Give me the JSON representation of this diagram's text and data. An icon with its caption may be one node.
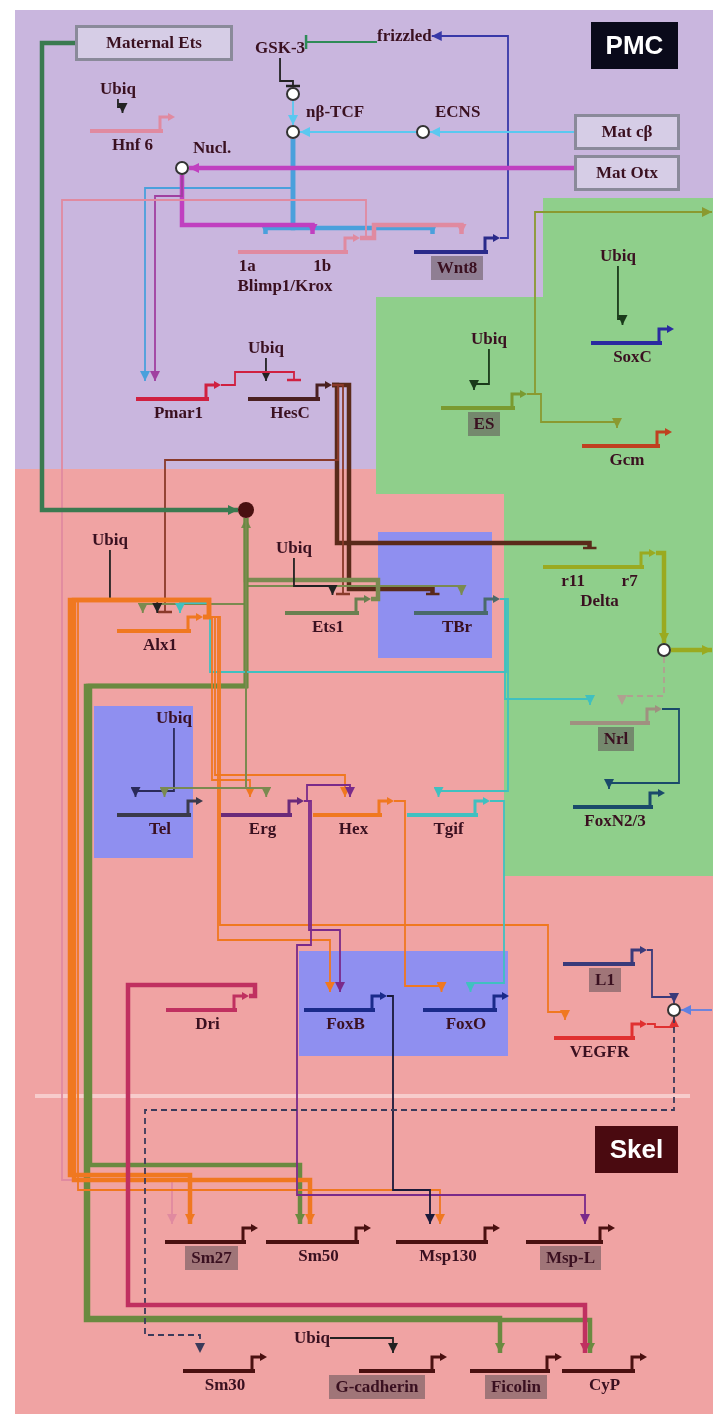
{
  "diagram": {
    "nodes": [
      {
        "text": [
          "Maternal Ets"
        ]
      },
      {
        "text": [
          "frizzled"
        ]
      },
      {
        "text": [
          "GSK-3"
        ]
      },
      {
        "text": [
          "Ubiq"
        ]
      },
      {
        "text": [],
        "shape": "circle"
      },
      {
        "text": [
          "Mat cβ"
        ]
      },
      {
        "text": [
          "Hnf 6"
        ]
      },
      {
        "text": [],
        "shape": "circle",
        "beside": [
          "nβ-TCF"
        ]
      },
      {
        "text": [],
        "shape": "circle",
        "beside": [
          "ECNS"
        ]
      },
      {
        "text": [],
        "shape": "circle",
        "beside": [
          "Nucl."
        ]
      },
      {
        "text": [
          "Mat Otx"
        ]
      },
      {
        "text": [
          "1a",
          "1b",
          "Blimp1/Krox"
        ]
      },
      {
        "text": [
          "Wnt8"
        ]
      },
      {
        "text": [
          "Ubiq"
        ]
      },
      {
        "text": [
          "Ubiq"
        ]
      },
      {
        "text": [
          "SoxC"
        ]
      },
      {
        "text": [
          "Ubiq"
        ]
      },
      {
        "text": [
          "ES"
        ]
      },
      {
        "text": [
          "Pmar1"
        ]
      },
      {
        "text": [
          "HesC"
        ]
      },
      {
        "text": [
          "Gcm"
        ]
      },
      {
        "text": [],
        "shape": "circle"
      },
      {
        "text": [
          "Ubiq"
        ]
      },
      {
        "text": [
          "Ubiq"
        ]
      },
      {
        "text": [
          "Ets1"
        ]
      },
      {
        "text": [
          "TBr"
        ]
      },
      {
        "text": [
          "r11",
          "r7",
          "Delta"
        ]
      },
      {
        "text": [
          "Alx1"
        ]
      },
      {
        "text": [],
        "shape": "circle"
      },
      {
        "text": [
          "Nrl"
        ]
      },
      {
        "text": [
          "Ubiq"
        ]
      },
      {
        "text": [
          "FoxN2/3"
        ]
      },
      {
        "text": [
          "Tel"
        ]
      },
      {
        "text": [
          "Erg"
        ]
      },
      {
        "text": [
          "Hex"
        ]
      },
      {
        "text": [
          "Tgif"
        ]
      },
      {
        "text": [
          "L1"
        ]
      },
      {
        "text": [
          "Dri"
        ]
      },
      {
        "text": [
          "FoxB"
        ]
      },
      {
        "text": [
          "FoxO"
        ]
      },
      {
        "text": [
          "VEGFR"
        ]
      },
      {
        "text": [],
        "shape": "circle"
      },
      {
        "text": [
          "Sm27"
        ]
      },
      {
        "text": [
          "Sm50"
        ]
      },
      {
        "text": [
          "Msp130"
        ]
      },
      {
        "text": [
          "Msp-L"
        ]
      },
      {
        "text": [
          "Ubiq"
        ]
      },
      {
        "text": [
          "Sm30"
        ]
      },
      {
        "text": [
          "G-cadherin"
        ]
      },
      {
        "text": [
          "Ficolin"
        ]
      },
      {
        "text": [
          "CyP"
        ]
      }
    ],
    "edges": [
      {
        "from": 1,
        "to": 2,
        "arrow": "other",
        "color": "#2e8b57"
      },
      {
        "from": 12,
        "to": 1,
        "arrow": "to",
        "color": "#3838a8"
      },
      {
        "from": 2,
        "to": 4,
        "arrow": "other",
        "color": "#222222"
      },
      {
        "from": 4,
        "to": 7,
        "arrow": "to",
        "color": "#5ac8f0"
      },
      {
        "from": 5,
        "to": 8,
        "arrow": "to",
        "color": "#5ac8f0"
      },
      {
        "from": 8,
        "to": 7,
        "arrow": "to",
        "color": "#5ac8f0"
      },
      {
        "from": 7,
        "to": 11,
        "arrow": "to",
        "style": "thick",
        "color": "#4aa0dc"
      },
      {
        "from": 7,
        "to": 12,
        "arrow": "to",
        "style": "thick",
        "color": "#4aa0dc"
      },
      {
        "from": 7,
        "to": 18,
        "arrow": "to",
        "color": "#4aa0dc"
      },
      {
        "from": 3,
        "to": 6,
        "arrow": "to",
        "color": "#222222"
      },
      {
        "from": 10,
        "to": 9,
        "arrow": "to",
        "style": "thick",
        "color": "#c040c0"
      },
      {
        "from": 9,
        "to": 11,
        "arrow": "to",
        "style": "thick",
        "color": "#c040c0"
      },
      {
        "from": 9,
        "to": 18,
        "arrow": "to",
        "color": "#a040a0"
      },
      {
        "from": 11,
        "to": 12,
        "arrow": "to",
        "style": "thick",
        "color": "#e08aa0"
      },
      {
        "from": 11,
        "to": 42,
        "arrow": "to",
        "color": "#e08aa0"
      },
      {
        "from": 13,
        "to": 15,
        "arrow": "to",
        "color": "#1a3a1a"
      },
      {
        "from": 14,
        "to": 17,
        "arrow": "to",
        "color": "#1a3a1a"
      },
      {
        "from": 16,
        "to": 19,
        "arrow": "to",
        "color": "#222222"
      },
      {
        "from": 18,
        "to": 19,
        "arrow": "other",
        "color": "#d02040"
      },
      {
        "from": 19,
        "to": 25,
        "arrow": "other",
        "style": "thick",
        "color": "#5a2a1a"
      },
      {
        "from": 19,
        "to": 26,
        "arrow": "other",
        "style": "thick",
        "color": "#5a2a1a"
      },
      {
        "from": 19,
        "to": 24,
        "arrow": "other",
        "color": "#8a3a2a"
      },
      {
        "from": 19,
        "to": 27,
        "arrow": "other",
        "color": "#8a3a2a"
      },
      {
        "from": 17,
        "to": 20,
        "arrow": "to",
        "color": "#8a9a30"
      },
      {
        "from": 17,
        "to": null,
        "arrow": "to",
        "color": "#8a9a30"
      },
      {
        "from": 0,
        "to": 21,
        "arrow": "to",
        "style": "thick",
        "color": "#3a7a50"
      },
      {
        "from": 21,
        "to": 27,
        "arrow": "to",
        "color": "#7a8a50"
      },
      {
        "from": 24,
        "to": 21,
        "arrow": "to",
        "style": "thick",
        "color": "#7a8a50"
      },
      {
        "from": 21,
        "to": 25,
        "arrow": "to",
        "color": "#7a8a50"
      },
      {
        "from": 21,
        "to": 43,
        "arrow": "to",
        "style": "thick",
        "color": "#6a8a40"
      },
      {
        "from": 21,
        "to": 49,
        "arrow": "to",
        "style": "thick",
        "color": "#6a8a40"
      },
      {
        "from": 21,
        "to": 50,
        "arrow": "to",
        "style": "thick",
        "color": "#6a8a40"
      },
      {
        "from": 22,
        "to": 24,
        "arrow": "to",
        "color": "#222222"
      },
      {
        "from": 23,
        "to": 27,
        "arrow": "to",
        "color": "#222222"
      },
      {
        "from": 25,
        "to": 27,
        "arrow": "to",
        "color": "#40c0c0"
      },
      {
        "from": 25,
        "to": 29,
        "arrow": "to",
        "color": "#40c0c0"
      },
      {
        "from": 26,
        "to": 28,
        "arrow": "to",
        "style": "thick",
        "color": "#9aaa20"
      },
      {
        "from": 28,
        "to": null,
        "arrow": "to",
        "style": "thick",
        "color": "#9aaa20"
      },
      {
        "from": 28,
        "to": 29,
        "arrow": "to",
        "style": "dashed",
        "color": "#b0a090"
      },
      {
        "from": 29,
        "to": 31,
        "arrow": "to",
        "color": "#1a4a6a"
      },
      {
        "from": 30,
        "to": 32,
        "arrow": "to",
        "color": "#2a2a5a"
      },
      {
        "from": 27,
        "to": 33,
        "arrow": "to",
        "color": "#f07820"
      },
      {
        "from": 27,
        "to": 34,
        "arrow": "to",
        "color": "#f07820"
      },
      {
        "from": 27,
        "to": 38,
        "arrow": "to",
        "color": "#f07820"
      },
      {
        "from": 27,
        "to": 42,
        "arrow": "to",
        "style": "thick",
        "color": "#f07820"
      },
      {
        "from": 27,
        "to": 43,
        "arrow": "to",
        "style": "thick",
        "color": "#f07820"
      },
      {
        "from": 27,
        "to": 44,
        "arrow": "to",
        "color": "#f07820"
      },
      {
        "from": 27,
        "to": 40,
        "arrow": "to",
        "color": "#f07820"
      },
      {
        "from": 21,
        "to": 33,
        "arrow": "to",
        "color": "#7a8a50"
      },
      {
        "from": 33,
        "to": 34,
        "arrow": "to",
        "color": "#7a2a8a"
      },
      {
        "from": 33,
        "to": 38,
        "arrow": "to",
        "color": "#7a2a8a"
      },
      {
        "from": 33,
        "to": 45,
        "arrow": "to",
        "color": "#7a2a8a"
      },
      {
        "from": 34,
        "to": 39,
        "arrow": "to",
        "color": "#f07820"
      },
      {
        "from": 35,
        "to": 39,
        "arrow": "to",
        "color": "#40c0c0"
      },
      {
        "from": 38,
        "to": 44,
        "arrow": "to",
        "color": "#1a1a3a"
      },
      {
        "from": 36,
        "to": 41,
        "arrow": "to",
        "color": "#3a3a7a"
      },
      {
        "from": 40,
        "to": 41,
        "arrow": "to",
        "color": "#e03030"
      },
      {
        "from": null,
        "to": 41,
        "arrow": "to",
        "color": "#6080e0"
      },
      {
        "from": 41,
        "to": 47,
        "arrow": "to",
        "style": "dashed",
        "color": "#3a3a5a"
      },
      {
        "from": 37,
        "to": 50,
        "arrow": "to",
        "style": "thick",
        "color": "#c03060"
      },
      {
        "from": 46,
        "to": 48,
        "arrow": "to",
        "color": "#222222"
      },
      {
        "from": 25,
        "to": 35,
        "arrow": "to",
        "color": "#40c0c0"
      },
      {
        "from": 21,
        "to": 32,
        "arrow": "to",
        "color": "#7a8a50"
      }
    ],
    "labels": [
      "PMC",
      "Skel"
    ]
  }
}
